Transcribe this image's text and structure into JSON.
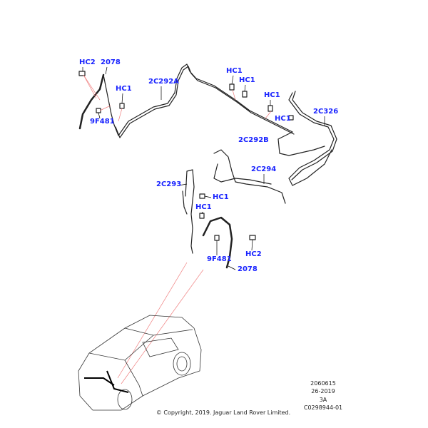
{
  "callouts": [
    {
      "id": "hc2-a",
      "text": "HC2"
    },
    {
      "id": "2078-a",
      "text": "2078"
    },
    {
      "id": "hc1-a",
      "text": "HC1"
    },
    {
      "id": "9f481-a",
      "text": "9F481"
    },
    {
      "id": "2c292a",
      "text": "2C292A"
    },
    {
      "id": "hc1-b",
      "text": "HC1"
    },
    {
      "id": "hc1-c",
      "text": "HC1"
    },
    {
      "id": "hc1-d",
      "text": "HC1"
    },
    {
      "id": "hc1-e",
      "text": "HC1"
    },
    {
      "id": "2c326",
      "text": "2C326"
    },
    {
      "id": "2c292b",
      "text": "2C292B"
    },
    {
      "id": "2c294",
      "text": "2C294"
    },
    {
      "id": "2c293",
      "text": "2C293"
    },
    {
      "id": "hc1-f",
      "text": "HC1"
    },
    {
      "id": "hc1-g",
      "text": "HC1"
    },
    {
      "id": "9f481-b",
      "text": "9F481"
    },
    {
      "id": "hc2-b",
      "text": "HC2"
    },
    {
      "id": "2078-b",
      "text": "2078"
    }
  ],
  "info": {
    "line1": "2060615",
    "line2": "26-2019",
    "line3": "3A",
    "line4": "C0298944-01"
  },
  "copyright": "© Copyright, 2019. Jaguar Land Rover Limited.",
  "colors": {
    "callout": "#1a24ff",
    "leader": "#f08080",
    "line": "#222222"
  }
}
